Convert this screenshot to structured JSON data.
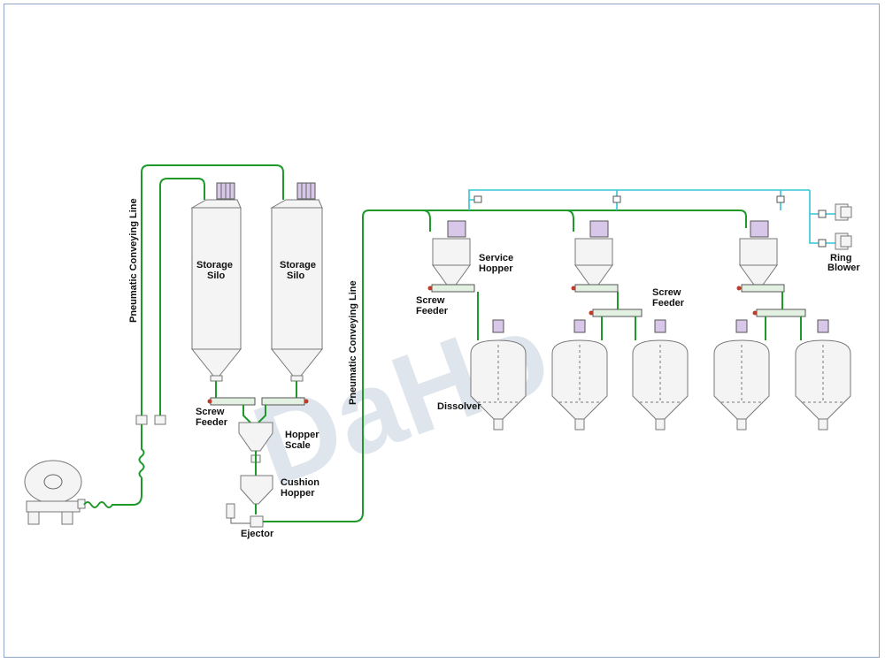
{
  "watermark": "DaHo",
  "labels": {
    "pneumatic_line_1": "Pneumatic Conveying Line",
    "pneumatic_line_2": "Pneumatic Conveying Line",
    "storage_silo_1": [
      "Storage",
      "Silo"
    ],
    "storage_silo_2": [
      "Storage",
      "Silo"
    ],
    "screw_feeder_left": [
      "Screw",
      "Feeder"
    ],
    "hopper_scale": [
      "Hopper",
      "Scale"
    ],
    "cushion_hopper": [
      "Cushion",
      "Hopper"
    ],
    "ejector": "Ejector",
    "service_hopper": [
      "Service",
      "Hopper"
    ],
    "screw_feeder_mid": [
      "Screw",
      "Feeder"
    ],
    "screw_feeder_right": [
      "Screw",
      "Feeder"
    ],
    "dissolver": "Dissolver",
    "ring_blower": [
      "Ring",
      "Blower"
    ]
  },
  "colors": {
    "conveying_line": "#1e9a2a",
    "air_line": "#35c3d6",
    "motor": "#d8c7e8",
    "frame": "#8fa6c8"
  }
}
